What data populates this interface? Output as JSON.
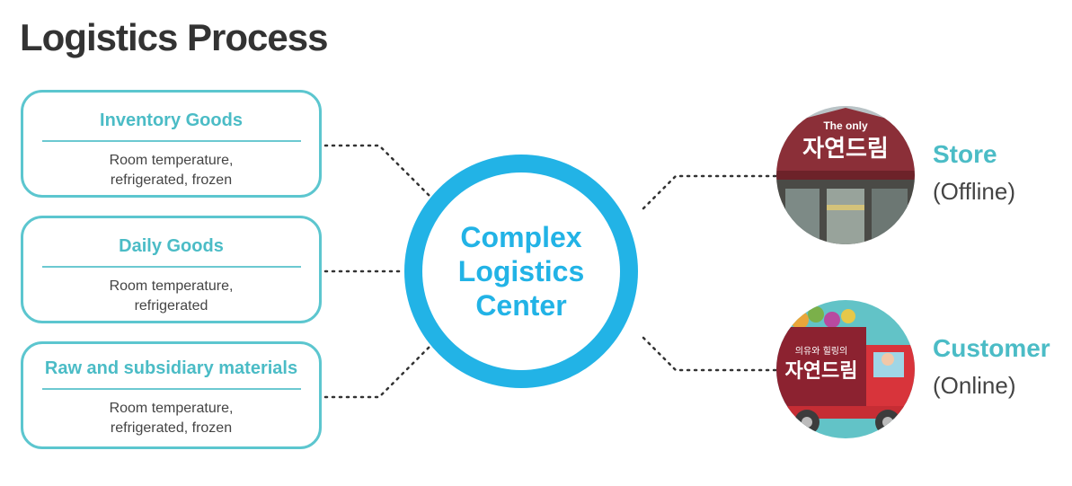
{
  "title": "Logistics Process",
  "sources": [
    {
      "title": "Inventory Goods",
      "desc": "Room temperature,\nrefrigerated, frozen"
    },
    {
      "title": "Daily Goods",
      "desc": "Room temperature,\nrefrigerated"
    },
    {
      "title": "Raw and subsidiary materials",
      "desc": "Room temperature,\nrefrigerated, frozen"
    }
  ],
  "center": {
    "label": "Complex\nLogistics\nCenter"
  },
  "destinations": [
    {
      "title": "Store",
      "sub": "(Offline)",
      "image_icon": "storefront-photo",
      "sign_top": "The only",
      "sign_main": "자연드림"
    },
    {
      "title": "Customer",
      "sub": "(Online)",
      "image_icon": "delivery-truck-illustration",
      "truck_small": "의유와 힐링의",
      "truck_main": "자연드림"
    }
  ],
  "colors": {
    "accent": "#22b3e6",
    "teal": "#5cc6cf",
    "title": "#333333"
  }
}
